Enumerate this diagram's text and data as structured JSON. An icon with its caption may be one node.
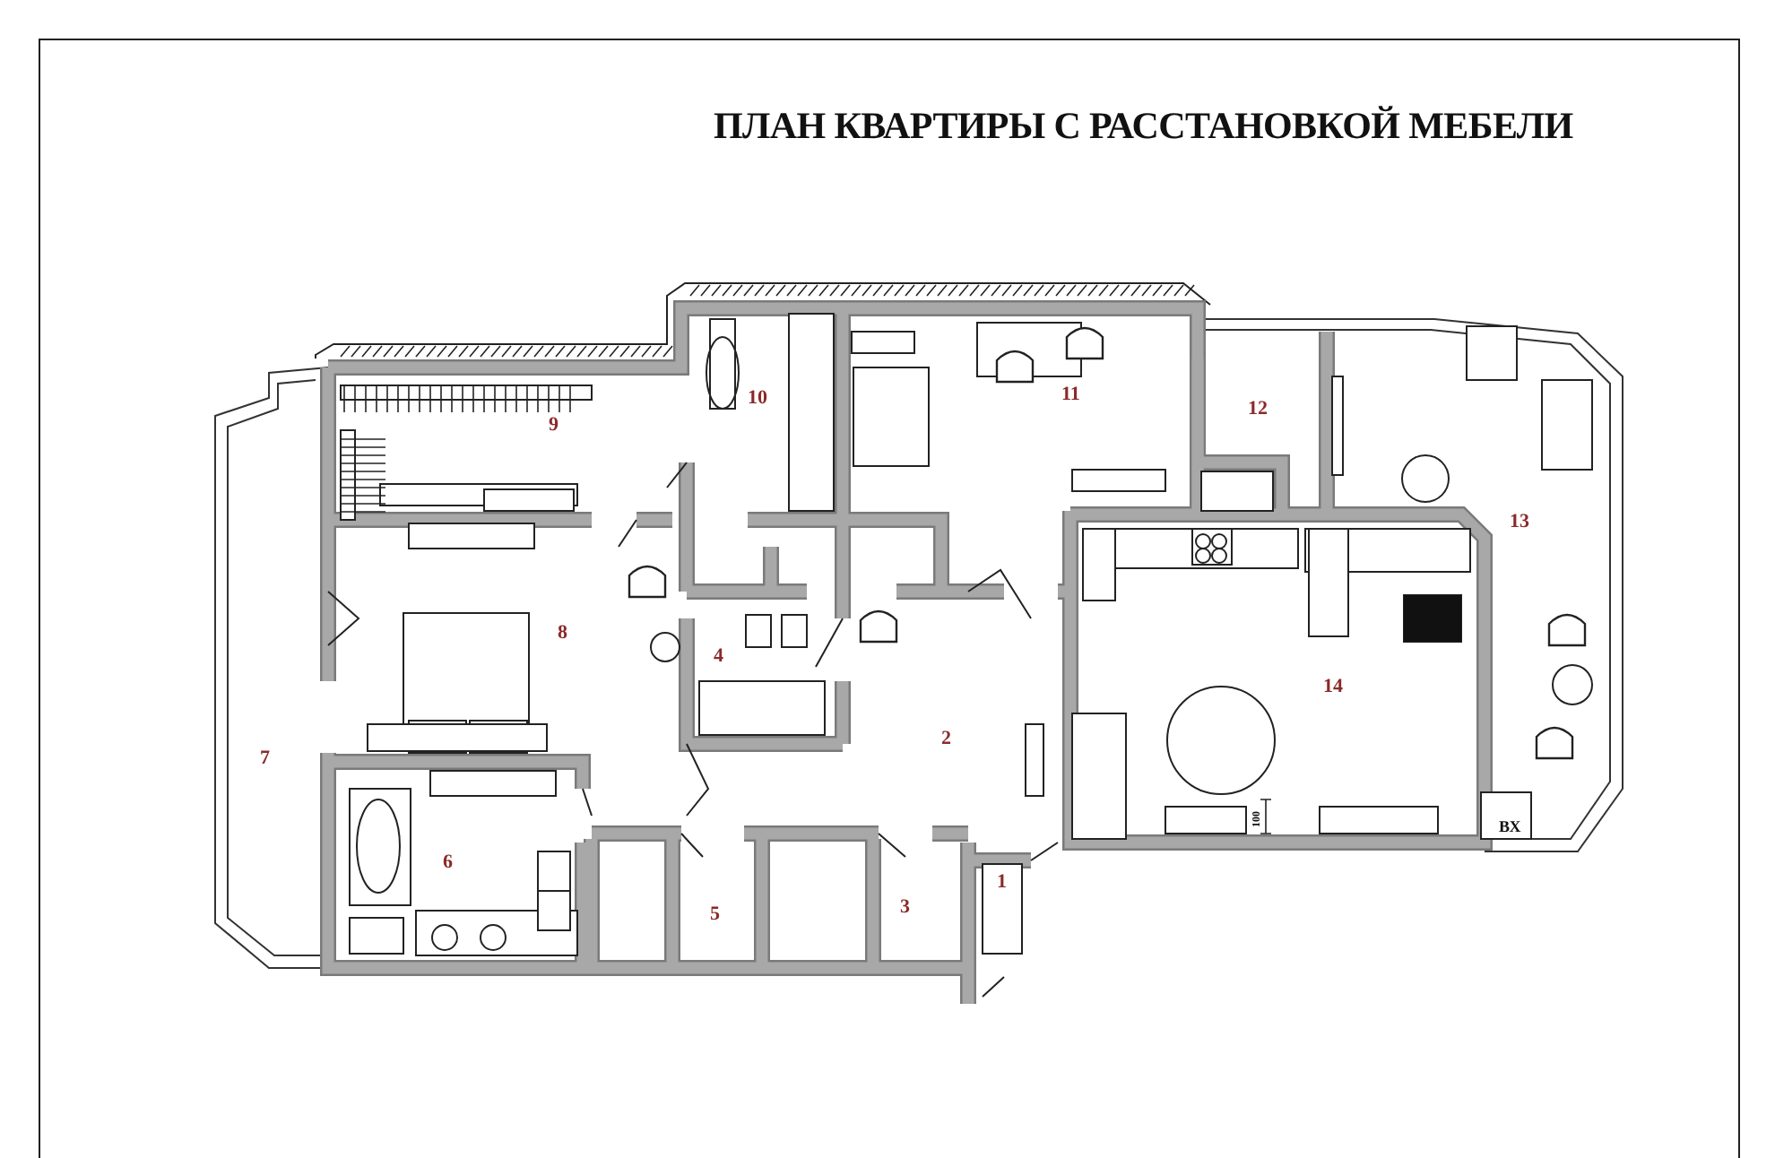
{
  "diagram": {
    "title": "ПЛАН КВАРТИРЫ С РАССТАНОВКОЙ МЕБЕЛИ",
    "labels": [
      "10",
      "11",
      "12",
      "9",
      "13",
      "8",
      "4",
      "14",
      "2",
      "7",
      "100",
      "ВХ",
      "6",
      "1",
      "3",
      "5"
    ]
  }
}
